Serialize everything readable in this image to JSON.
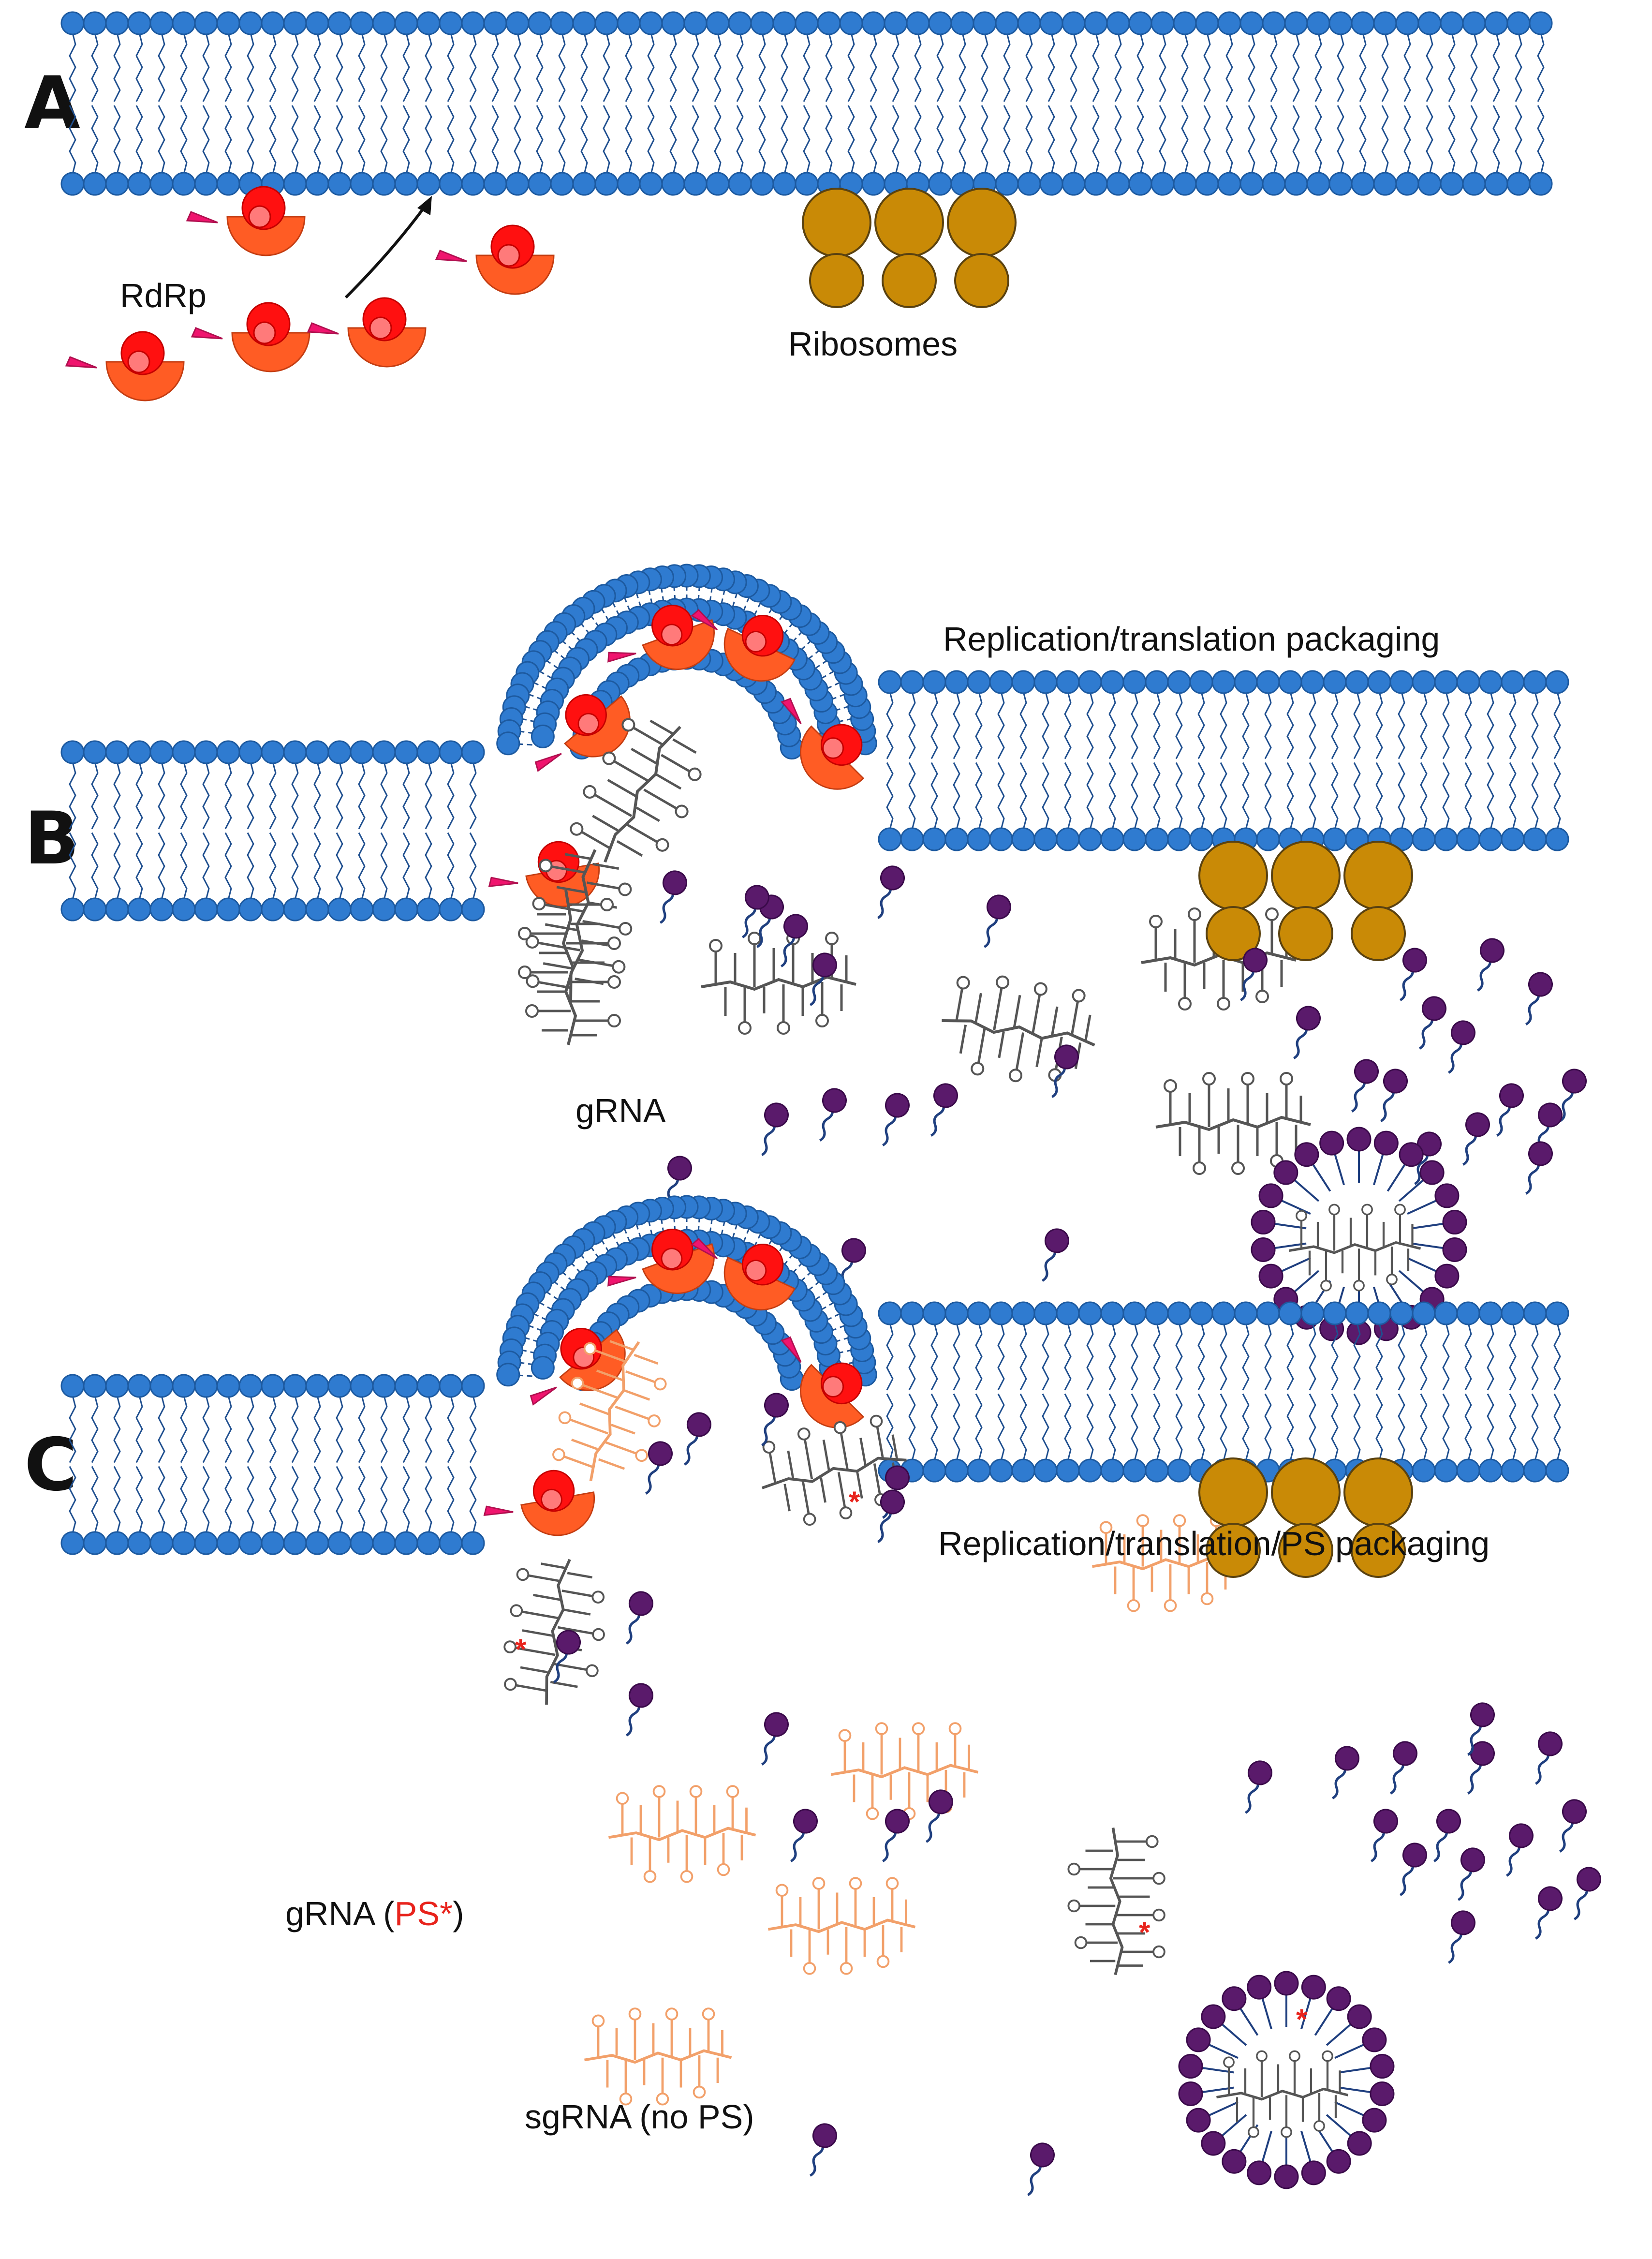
{
  "panels": [
    {
      "letter": "A",
      "labels": {
        "rdrp": "RdRp",
        "ribosomes": "Ribosomes"
      }
    },
    {
      "letter": "B",
      "labels": {
        "title": "Replication/translation packaging",
        "grna": "gRNA"
      }
    },
    {
      "letter": "C",
      "labels": {
        "title": "Replication/translation/PS packaging",
        "grna_prefix": "gRNA (",
        "grna_ps": "PS",
        "grna_star": "*",
        "grna_suffix": ")",
        "sgrna": "sgRNA (no PS)"
      }
    }
  ],
  "colors": {
    "membrane_head": "#2f7bd0",
    "membrane_head_edge": "#1d5aa0",
    "lipid_tail": "#1f4f8f",
    "ribosome": "#c98a06",
    "rdrp_body": "#ff5c24",
    "rdrp_cap": "#ff1010",
    "rdrp_tail": "#f0146e",
    "coat_protein": "#5a1a6b",
    "grna_line": "#555555",
    "sgrna_line": "#f2a06a",
    "ps_marker": "#e8231c"
  },
  "icons": [
    "lipid-bilayer",
    "rdrp-polymerase-icon",
    "ribosome-icon",
    "coat-protein-icon",
    "rna-secondary-structure-icon",
    "capsid-icon"
  ]
}
